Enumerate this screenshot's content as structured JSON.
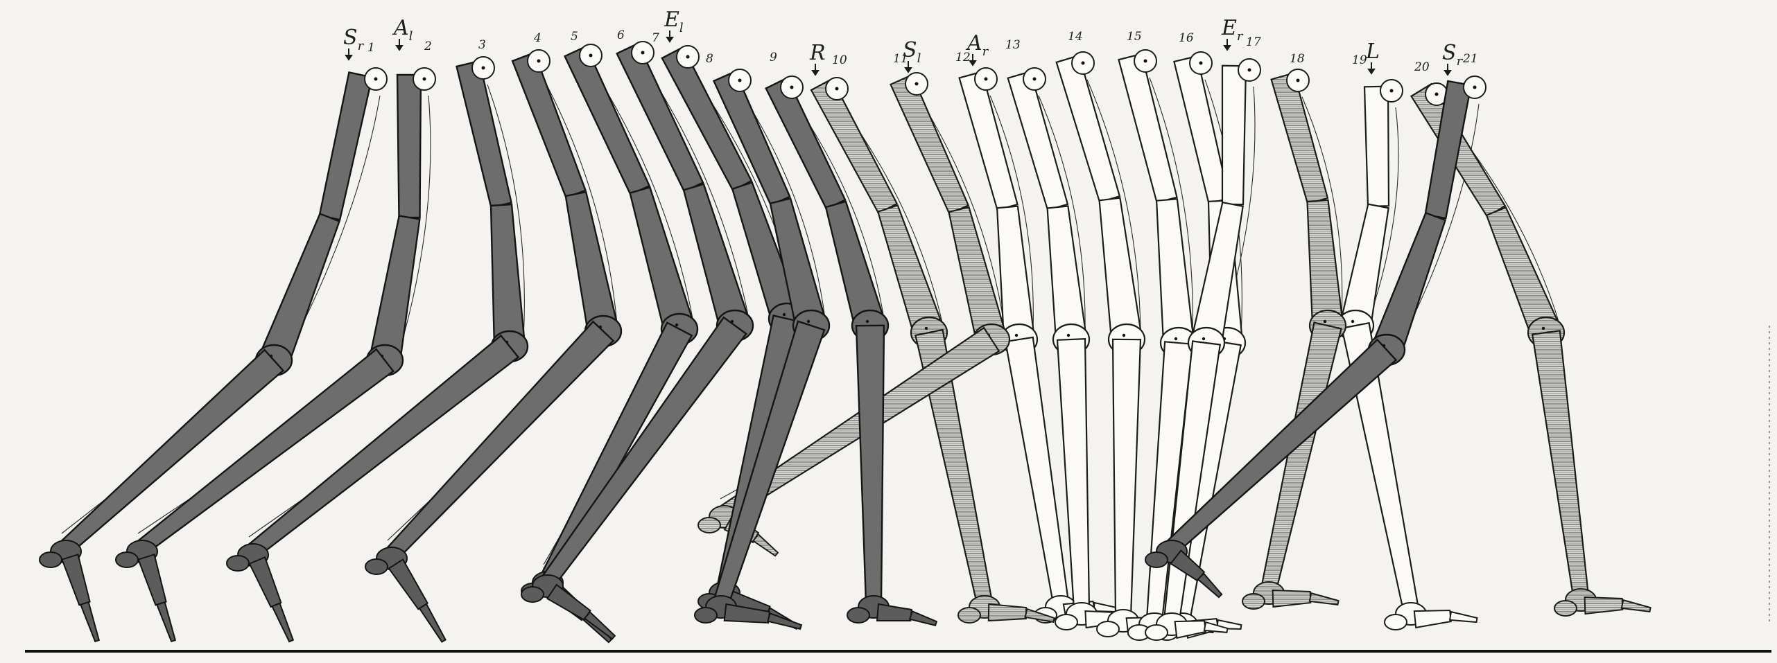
{
  "figure": {
    "phases": [
      {
        "num": "1",
        "marker": "Sr",
        "tone": "dark"
      },
      {
        "num": "2",
        "marker": "Al",
        "tone": "dark"
      },
      {
        "num": "3",
        "marker": "",
        "tone": "dark"
      },
      {
        "num": "4",
        "marker": "",
        "tone": "dark"
      },
      {
        "num": "5",
        "marker": "",
        "tone": "dark"
      },
      {
        "num": "6",
        "marker": "",
        "tone": "dark"
      },
      {
        "num": "7",
        "marker": "El",
        "tone": "dark"
      },
      {
        "num": "8",
        "marker": "",
        "tone": "dark"
      },
      {
        "num": "9",
        "marker": "",
        "tone": "dark"
      },
      {
        "num": "10",
        "marker": "R",
        "tone": "hatch"
      },
      {
        "num": "11",
        "marker": "Sl",
        "tone": "hatch"
      },
      {
        "num": "12",
        "marker": "Ar",
        "tone": "white"
      },
      {
        "num": "13",
        "marker": "",
        "tone": "white"
      },
      {
        "num": "14",
        "marker": "",
        "tone": "white"
      },
      {
        "num": "15",
        "marker": "",
        "tone": "white"
      },
      {
        "num": "16",
        "marker": "",
        "tone": "white"
      },
      {
        "num": "17",
        "marker": "Er",
        "tone": "white"
      },
      {
        "num": "18",
        "marker": "",
        "tone": "hatch"
      },
      {
        "num": "19",
        "marker": "L",
        "tone": "white"
      },
      {
        "num": "20",
        "marker": "",
        "tone": "hatch"
      },
      {
        "num": "21",
        "marker": "Sr",
        "tone": "dark"
      }
    ],
    "markers": {
      "Sr": {
        "main": "S",
        "sub": "r"
      },
      "Al": {
        "main": "A",
        "sub": "l"
      },
      "El": {
        "main": "E",
        "sub": "l"
      },
      "R": {
        "main": "R",
        "sub": ""
      },
      "Sl": {
        "main": "S",
        "sub": "l"
      },
      "Ar": {
        "main": "A",
        "sub": "r"
      },
      "Er": {
        "main": "E",
        "sub": "r"
      },
      "L": {
        "main": "L",
        "sub": ""
      }
    },
    "colors": {
      "dark": "#6d6d6d",
      "hatch": "#b9b9b9",
      "white": "#fbfaf6",
      "ink": "#151515",
      "paper": "#f4f3ef"
    }
  }
}
